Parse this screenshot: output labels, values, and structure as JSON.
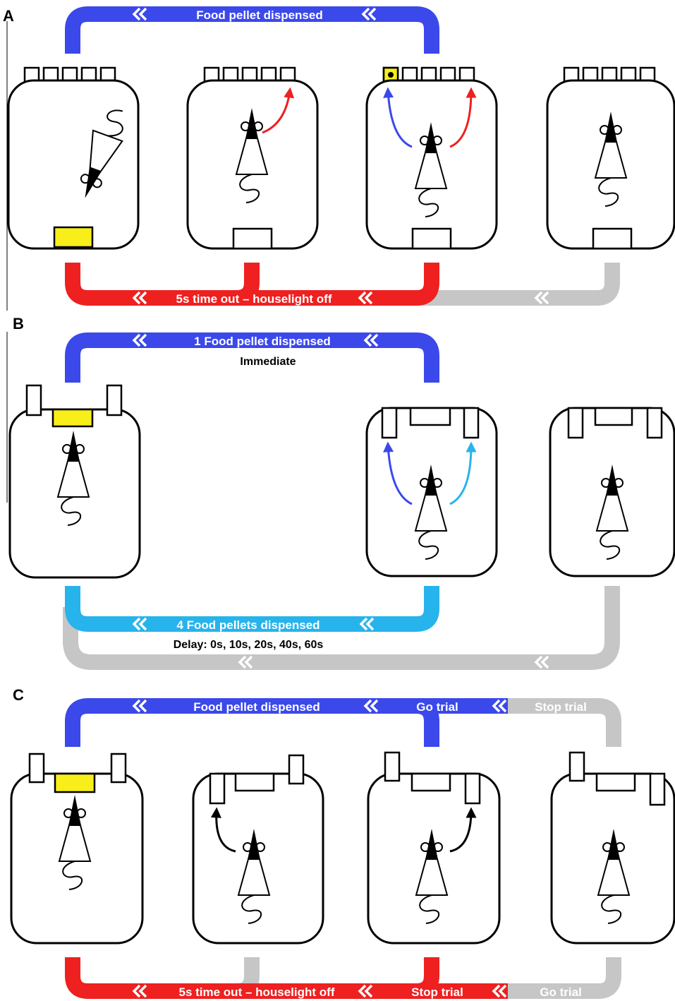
{
  "colors": {
    "blue": "#3b48ea",
    "red": "#ee2020",
    "gray": "#c6c6c6",
    "light_blue": "#27b3ec",
    "yellow": "#f8ee1a",
    "black": "#000000"
  },
  "panels": {
    "a": {
      "letter": "A",
      "top_label": "Food pellet dispensed",
      "bottom_label": "5s time out – houselight off"
    },
    "b": {
      "letter": "B",
      "top_label": "1 Food pellet dispensed",
      "top_note": "Immediate",
      "bottom_label": "4 Food pellets dispensed",
      "bottom_note": "Delay: 0s, 10s, 20s, 40s, 60s"
    },
    "c": {
      "letter": "C",
      "top_label": "Food pellet dispensed",
      "top_go": "Go trial",
      "top_stop": "Stop trial",
      "bottom_label": "5s time out – houselight off",
      "bottom_stop": "Stop trial",
      "bottom_go": "Go trial"
    }
  }
}
